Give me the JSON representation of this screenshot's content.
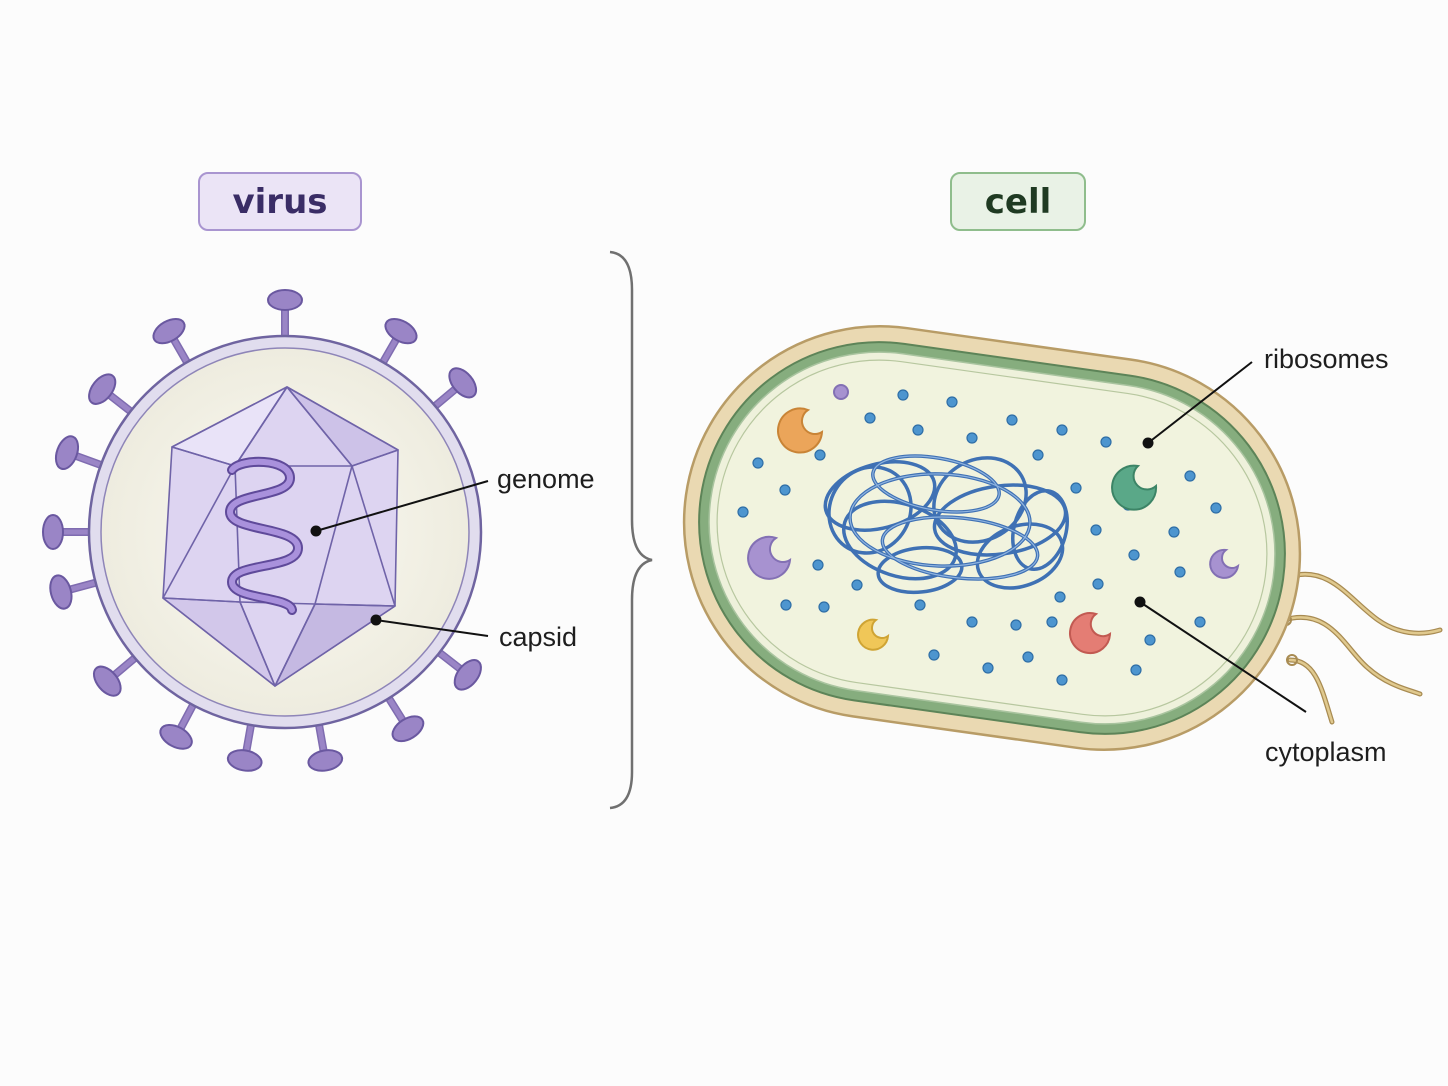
{
  "virus": {
    "title": "virus",
    "labels": {
      "genome": "genome",
      "capsid": "capsid"
    }
  },
  "cell": {
    "title": "cell",
    "labels": {
      "ribosomes": "ribosomes",
      "cytoplasm": "cytoplasm"
    }
  },
  "colors": {
    "virus_badge_bg": "#ebe4f6",
    "virus_badge_border": "#a995d0",
    "virus_badge_text": "#3a2d66",
    "cell_badge_bg": "#e9f2e6",
    "cell_badge_border": "#8fbd8c",
    "cell_badge_text": "#1f3a22",
    "spike": "#9a85c6",
    "envelope": "#c3bbdd",
    "capsid": "#d8cdef",
    "genome": "#8e72c4",
    "cell_wall": "#ead9b2",
    "membrane": "#7fa878",
    "cytoplasm": "#f2f4df",
    "nucleoid": "#4a7fc0",
    "ribosome": "#4d95cf",
    "flagella": "#c9a766"
  }
}
